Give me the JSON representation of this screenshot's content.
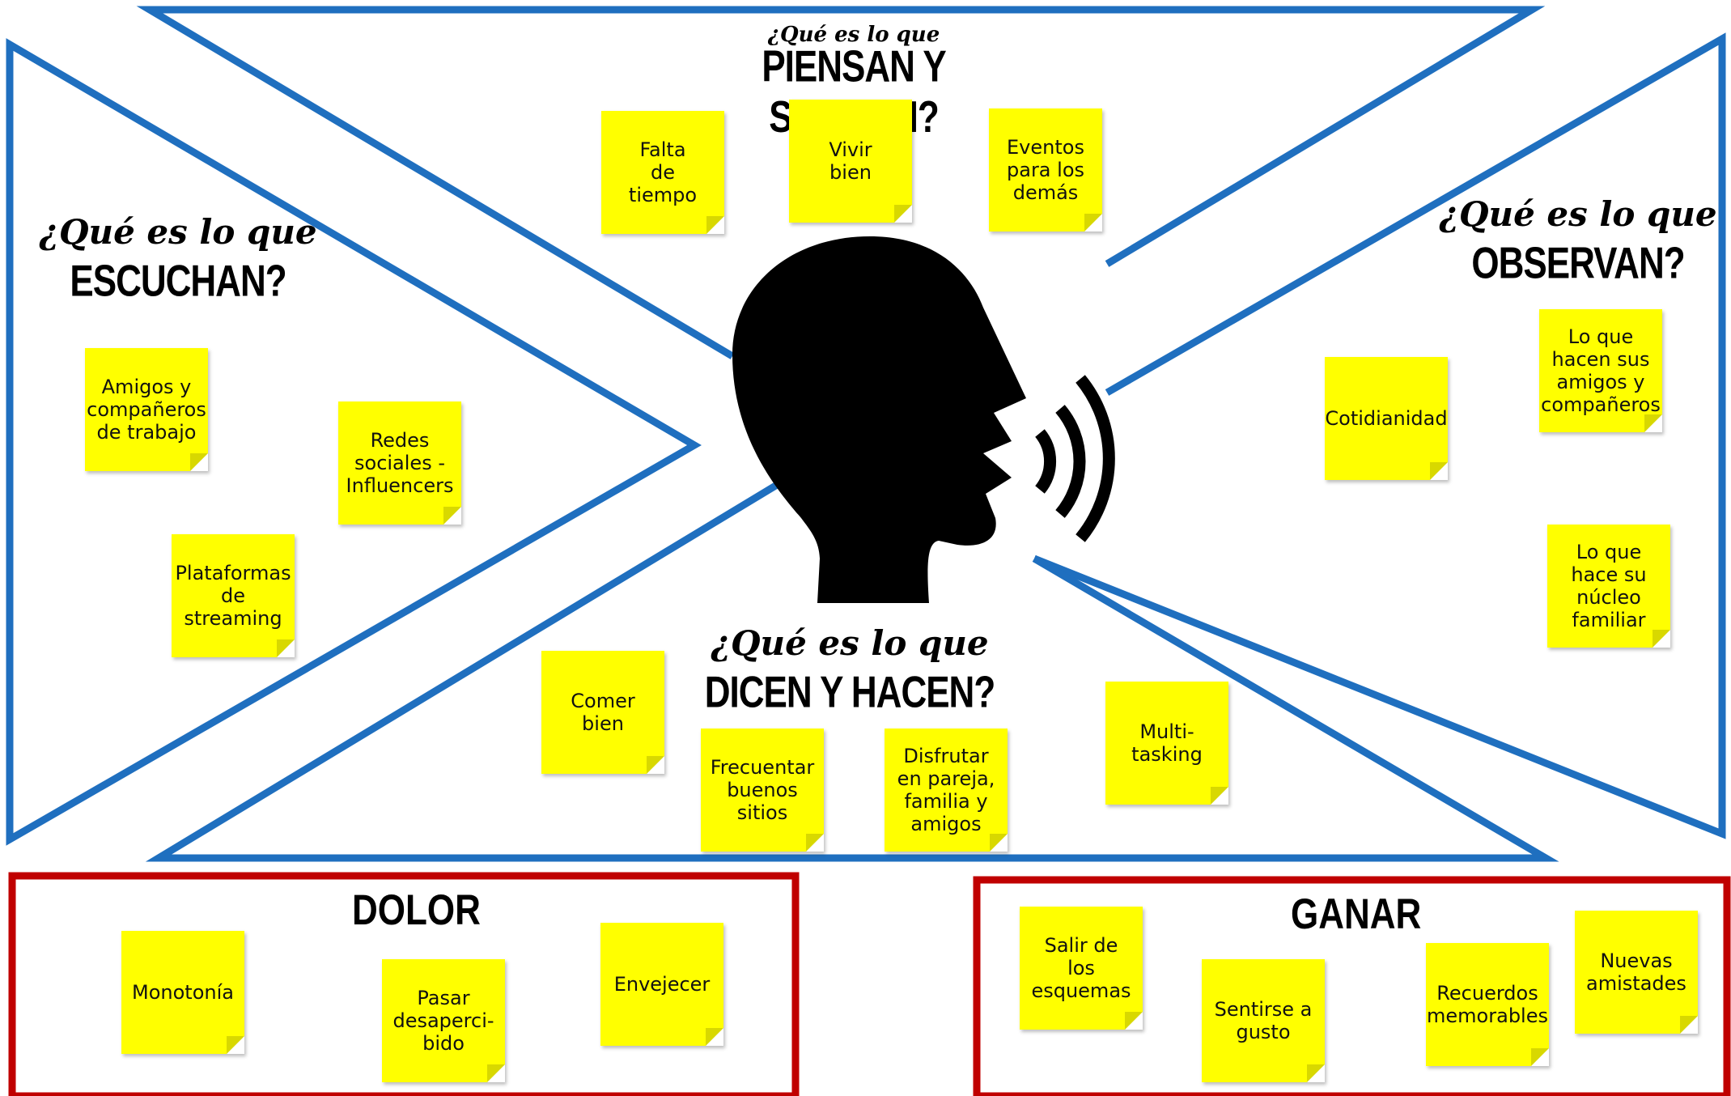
{
  "sections": {
    "piensan": {
      "q": "¿Qué es lo que",
      "title": "PIENSAN Y SIENTEN?"
    },
    "escuchan": {
      "q": "¿Qué es lo que",
      "title": "ESCUCHAN?"
    },
    "observan": {
      "q": "¿Qué es lo que",
      "title": "OBSERVAN?"
    },
    "dicen": {
      "q": "¿Qué es lo que",
      "title": "DICEN Y HACEN?"
    }
  },
  "boxes": {
    "dolor": "DOLOR",
    "ganar": "GANAR"
  },
  "notes": {
    "piensan": [
      "Falta\nde\ntiempo",
      "Vivir\nbien",
      "Eventos\npara los\ndemás"
    ],
    "escuchan": [
      "Amigos y\ncompañeros\nde trabajo",
      "Redes\nsociales -\nInfluencers",
      "Plataformas\nde\nstreaming"
    ],
    "observan": [
      "Cotidianidad",
      "Lo que\nhacen sus\namigos y\ncompañeros",
      "Lo que\nhace su\nnúcleo\nfamiliar"
    ],
    "dicen": [
      "Comer\nbien",
      "Frecuentar\nbuenos\nsitios",
      "Disfrutar\nen pareja,\nfamilia y\namigos",
      "Multi-\ntasking"
    ],
    "dolor": [
      "Monotonía",
      "Pasar\ndesaperci-\nbido",
      "Envejecer"
    ],
    "ganar": [
      "Salir de\nlos\nesquemas",
      "Sentirse a\ngusto",
      "Recuerdos\nmemorables",
      "Nuevas\namistades"
    ]
  },
  "colors": {
    "blue": "#1f6fbf",
    "red": "#c00000",
    "note": "#ffff00"
  }
}
